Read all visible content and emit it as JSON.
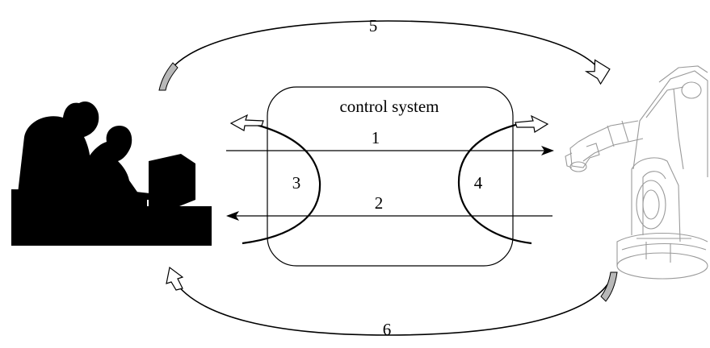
{
  "diagram": {
    "box_label": "control system",
    "arrow_labels": {
      "a1": "1",
      "a2": "2",
      "a3": "3",
      "a4": "4",
      "a5": "5",
      "a6": "6"
    },
    "left_actor": "operators-at-computer",
    "right_actor": "robot-arm",
    "colors": {
      "ink": "#000000",
      "arrow_fill_gray": "#b8b8b8",
      "robot_line": "#888888",
      "box_stroke": "#000000"
    }
  }
}
